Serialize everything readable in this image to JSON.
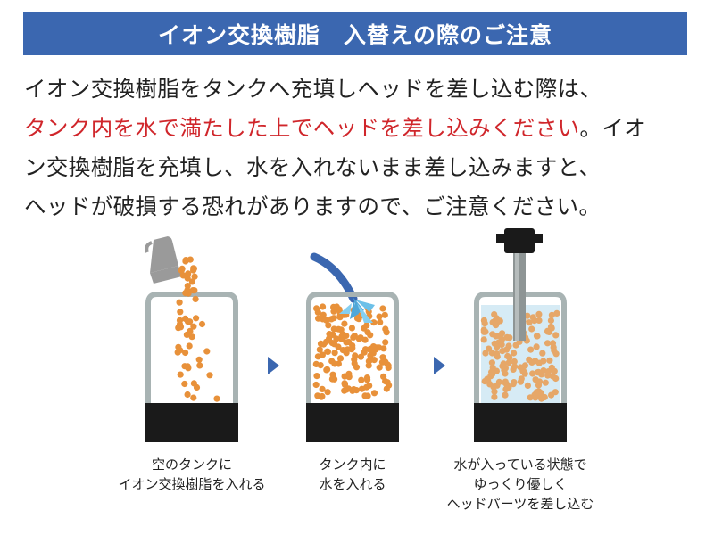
{
  "title": "イオン交換樹脂　入替えの際のご注意",
  "body": {
    "line1": "イオン交換樹脂をタンクへ充填しヘッドを差し込む際は、",
    "line2_red": "タンク内を水で満たした上でヘッドを差し込みください",
    "line2_rest": "。イオ",
    "line3": "ン交換樹脂を充填し、水を入れないまま差し込みますと、",
    "line4": "ヘッドが破損する恐れがありますので、ご注意ください。"
  },
  "steps": [
    {
      "caption_line1": "空のタンクに",
      "caption_line2": "イオン交換樹脂を入れる"
    },
    {
      "caption_line1": "タンク内に",
      "caption_line2": "水を入れる"
    },
    {
      "caption_line1": "水が入っている状態で",
      "caption_line2": "ゆっくり優しく",
      "caption_line3": "ヘッドパーツを差し込む"
    }
  ],
  "colors": {
    "header_bg": "#3b67b0",
    "warning_red": "#d0262b",
    "resin_orange": "#e8913a",
    "water_blue": "#d6ebf5",
    "tank_gray": "#a8b3b3",
    "base_black": "#1a1a1a"
  }
}
